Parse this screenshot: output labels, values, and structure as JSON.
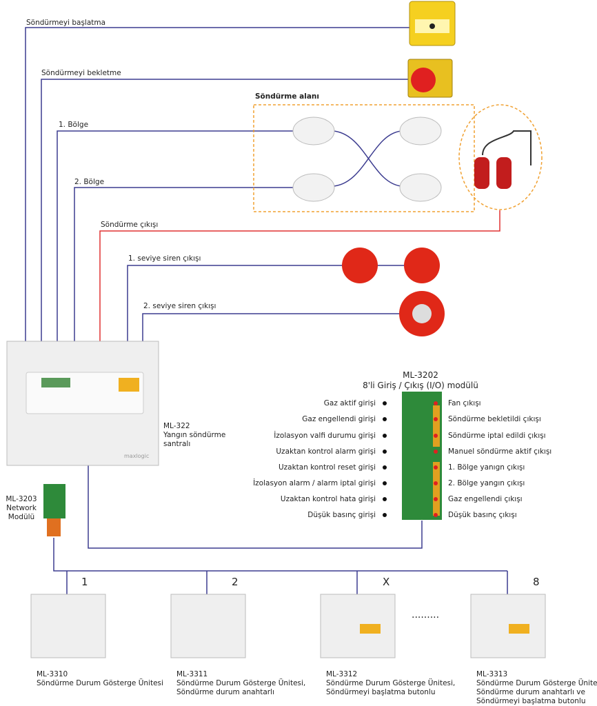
{
  "wires": {
    "start": "Söndürmeyi başlatma",
    "hold": "Söndürmeyi bekletme",
    "zone1": "1. Bölge",
    "zone2": "2. Bölge",
    "extinguish_out": "Söndürme çıkışı",
    "siren1": "1. seviye siren çıkışı",
    "siren2": "2. seviye siren çıkışı"
  },
  "area_label": "Söndürme alanı",
  "panel": {
    "model": "ML-322",
    "line1": "Yangın söndürme",
    "line2": "santralı",
    "logo": "maxlogic"
  },
  "network": {
    "model": "ML-3203",
    "line1": "Network",
    "line2": "Modülü"
  },
  "io_module": {
    "model": "ML-3202",
    "title": "8'li Giriş / Çıkış (I/O) modülü",
    "inputs": [
      "Gaz aktif girişi",
      "Gaz engellendi girişi",
      "İzolasyon valfi durumu girişi",
      "Uzaktan kontrol alarm girişi",
      "Uzaktan kontrol reset girişi",
      "İzolasyon alarm / alarm iptal girişi",
      "Uzaktan kontrol hata girişi",
      "Düşük basınç girişi"
    ],
    "outputs": [
      "Fan çıkışı",
      "Söndürme bekletildi çıkışı",
      "Söndürme iptal edildi çıkışı",
      "Manuel söndürme aktif çıkışı",
      "1. Bölge yanıgn çıkışı",
      "2. Bölge yangın çıkışı",
      "Gaz engellendi çıkışı",
      "Düşük basınç çıkışı"
    ]
  },
  "units": [
    {
      "number": "1",
      "model": "ML-3310",
      "lines": [
        "Söndürme Durum Gösterge Ünitesi"
      ]
    },
    {
      "number": "2",
      "model": "ML-3311",
      "lines": [
        "Söndürme Durum Gösterge Ünitesi,",
        "Söndürme durum anahtarlı"
      ]
    },
    {
      "number": "X",
      "model": "ML-3312",
      "lines": [
        "Söndürme Durum Gösterge Ünitesi,",
        "Söndürmeyi başlatma butonlu"
      ]
    },
    {
      "number": "8",
      "model": "ML-3313",
      "lines": [
        "Söndürme Durum Gösterge Ünitesi,",
        "Söndürme durum anahtarlı ve",
        "Söndürmeyi başlatma butonlu"
      ]
    }
  ],
  "ellipsis": ".........",
  "colors": {
    "wire": "#3b3b8f",
    "red_wire": "#e03030",
    "area": "#f0a030",
    "pcb": "#2e8a3a"
  }
}
